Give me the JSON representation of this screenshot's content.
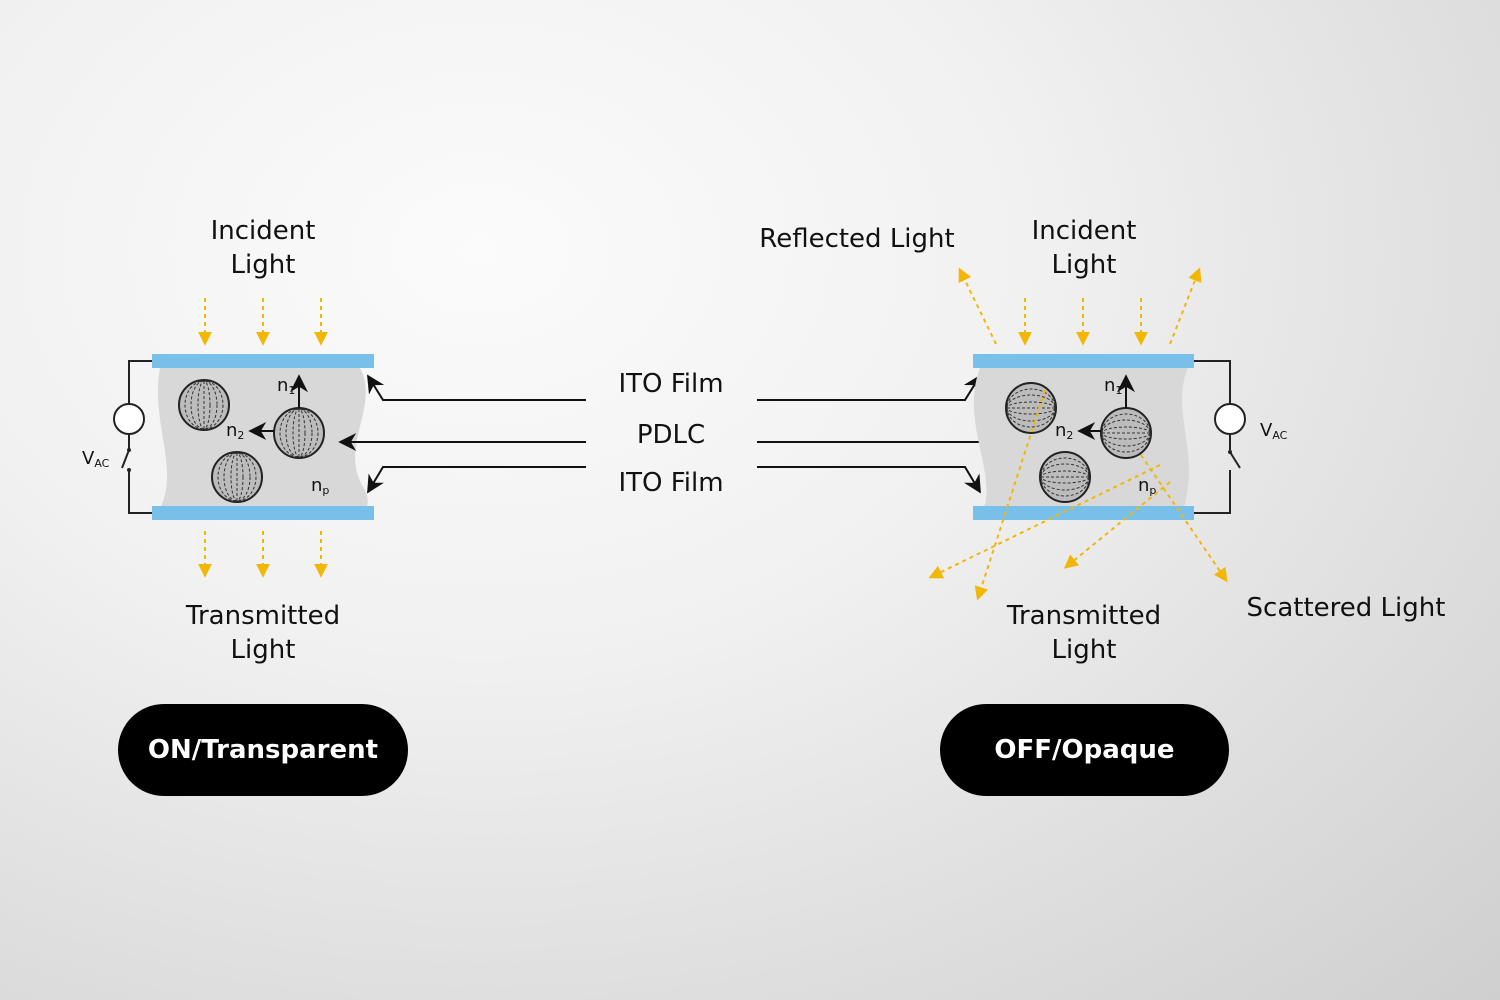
{
  "left_panel": {
    "incident_line1": "Incident",
    "incident_line2": "Light",
    "transmitted_line1": "Transmitted",
    "transmitted_line2": "Light",
    "state_label": "ON/Transparent"
  },
  "right_panel": {
    "incident_line1": "Incident",
    "incident_line2": "Light",
    "reflected": "Reflected Light",
    "transmitted_line1": "Transmitted",
    "transmitted_line2": "Light",
    "scattered": "Scattered Light",
    "state_label": "OFF/Opaque"
  },
  "center_labels": {
    "ito_top": "ITO Film",
    "pdlc": "PDLC",
    "ito_bottom": "ITO Film"
  },
  "symbols": {
    "n1_base": "n",
    "n1_sub": "1",
    "n2_base": "n",
    "n2_sub": "2",
    "np_base": "n",
    "np_sub": "p",
    "vac_base": "V",
    "vac_sub": "AC"
  },
  "colors": {
    "electrode": "#78c0ea",
    "light_ray": "#f2b705",
    "pdlc_fill": "#d8d8d8",
    "pill_bg": "#000000"
  },
  "icons": [
    "incident-arrow",
    "transmitted-arrow",
    "reflected-arrow",
    "scattered-arrow",
    "ac-source-icon",
    "switch-icon",
    "lc-droplet-icon"
  ]
}
